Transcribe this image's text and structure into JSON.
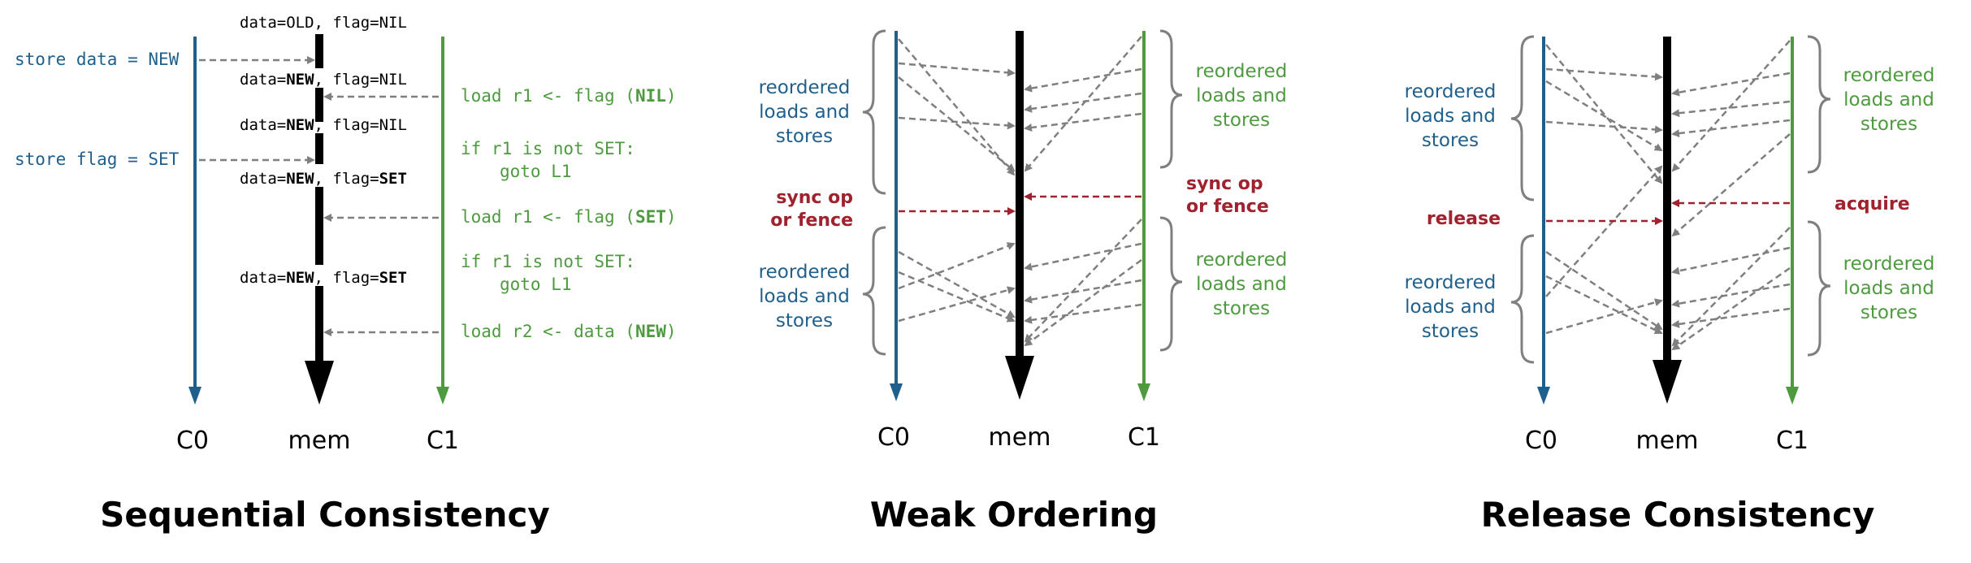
{
  "colors": {
    "c0": "#1f5f8b",
    "c1": "#4e9a3f",
    "mem": "#000000",
    "arrow": "#7f7f7f",
    "sync": "#a0222e"
  },
  "lanes": {
    "c0": "C0",
    "mem": "mem",
    "c1": "C1"
  },
  "sequential": {
    "title": "Sequential Consistency",
    "c0_ops": [
      "store data = NEW",
      "store flag = SET"
    ],
    "c1_ops": [
      "load r1 <- flag (NIL)",
      "if r1 is not SET:",
      "goto L1",
      "load r1 <- flag (SET)",
      "if r1 is not SET:",
      "goto L1",
      "load r2 <- data (NEW)"
    ],
    "mem_states": [
      "data=OLD, flag=NIL",
      "data=NEW, flag=NIL",
      "data=NEW, flag=NIL",
      "data=NEW, flag=SET",
      "data=NEW, flag=SET"
    ]
  },
  "weak": {
    "title": "Weak Ordering",
    "reordered_label": [
      "reordered",
      "loads and",
      "stores"
    ],
    "sync_label": [
      "sync op",
      "or fence"
    ]
  },
  "release": {
    "title": "Release Consistency",
    "reordered_label": [
      "reordered",
      "loads and",
      "stores"
    ],
    "release_label": "release",
    "acquire_label": "acquire"
  }
}
